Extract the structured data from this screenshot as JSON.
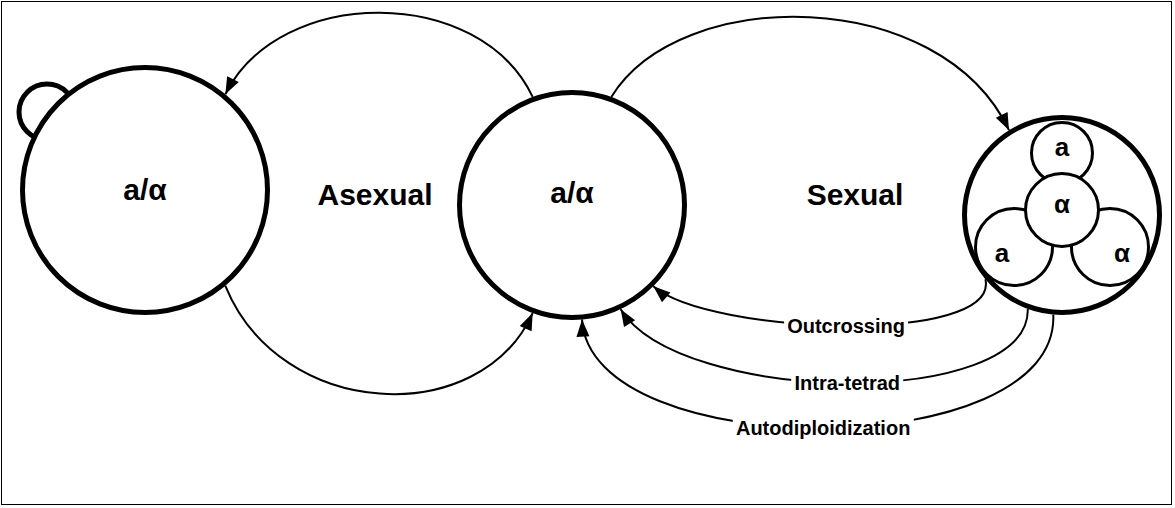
{
  "diagram": {
    "nodes": [
      {
        "text": [
          "a/α"
        ]
      },
      {
        "text": [
          "a/α"
        ]
      },
      {
        "text": []
      },
      {
        "text": [
          "a"
        ],
        "in": 2
      },
      {
        "text": [
          "α"
        ],
        "in": 2
      },
      {
        "text": [
          "a"
        ],
        "in": 2
      },
      {
        "text": [
          "α"
        ],
        "in": 2
      }
    ],
    "edges": [
      {
        "from": 1,
        "to": 0,
        "arrow": "to"
      },
      {
        "from": 0,
        "to": 1,
        "arrow": "to"
      },
      {
        "from": 1,
        "to": 2,
        "arrow": "to"
      },
      {
        "from": 2,
        "to": 1,
        "label": "Outcrossing",
        "arrow": "to"
      },
      {
        "from": 2,
        "to": 1,
        "label": "Intra-tetrad",
        "arrow": "to"
      },
      {
        "from": 2,
        "to": 1,
        "label": "Autodiploidization",
        "arrow": "to"
      }
    ],
    "labels": [
      "Asexual",
      "Sexual"
    ]
  }
}
